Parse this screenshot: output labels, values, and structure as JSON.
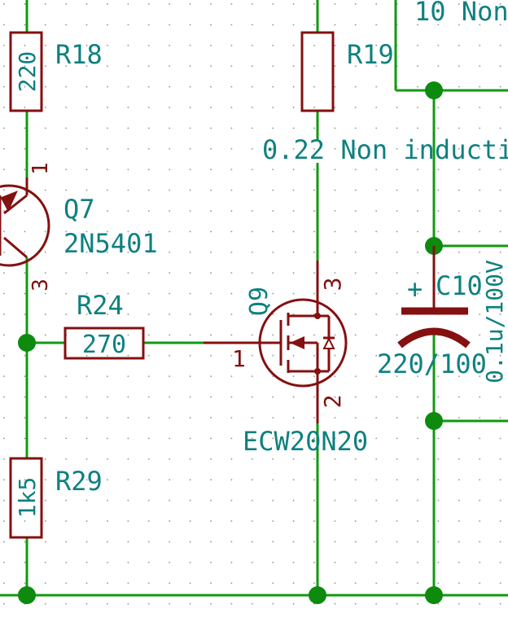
{
  "colors": {
    "background": "#ffffff",
    "grid_dot": "#8a8a8a",
    "wire": "#119911",
    "junction": "#0e8a0e",
    "component": "#841010",
    "text": "#0f8080",
    "pin_number": "#7f1010"
  },
  "components": {
    "r18": {
      "ref": "R18",
      "value": "220"
    },
    "r19": {
      "ref": "R19",
      "value": "0.22 Non inducti"
    },
    "r24": {
      "ref": "R24",
      "value": "270"
    },
    "r29": {
      "ref": "R29",
      "value": "1k5"
    },
    "q7": {
      "ref": "Q7",
      "value": "2N5401",
      "pin_collector": "1",
      "pin_emitter": "3"
    },
    "q9": {
      "ref": "Q9",
      "value": "ECW20N20",
      "pin_gate": "1",
      "pin_drain": "3",
      "pin_source": "2"
    },
    "c10": {
      "ref": "C10",
      "value": "220/100",
      "polarity": "+"
    },
    "cap_right": {
      "value": "0.1u/100V"
    },
    "top_right": {
      "value": "10 Non"
    }
  }
}
